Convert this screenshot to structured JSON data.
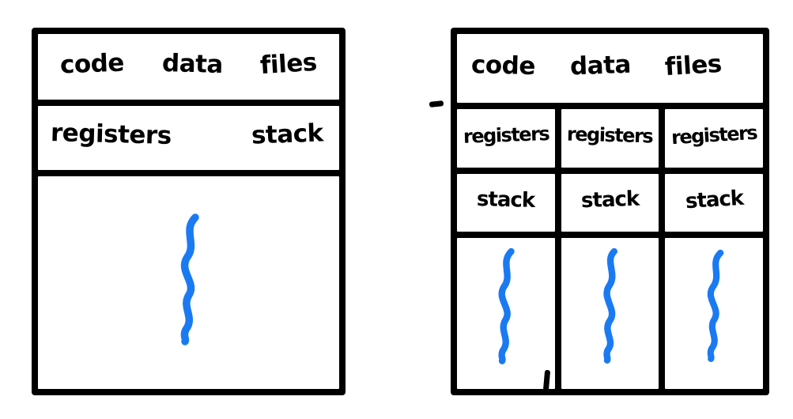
{
  "colors": {
    "ink": "#000000",
    "thread": "#1a7af2",
    "background": "#ffffff"
  },
  "icons": {
    "thread": "thread-squiggle"
  },
  "left_diagram": {
    "header": [
      "code",
      "data",
      "files"
    ],
    "registers_label": "registers",
    "stack_label": "stack",
    "thread_count": 1
  },
  "right_diagram": {
    "header": [
      "code",
      "data",
      "files"
    ],
    "columns": [
      {
        "registers_label": "registers",
        "stack_label": "stack"
      },
      {
        "registers_label": "registers",
        "stack_label": "stack"
      },
      {
        "registers_label": "registers",
        "stack_label": "stack"
      }
    ],
    "thread_count": 3
  }
}
